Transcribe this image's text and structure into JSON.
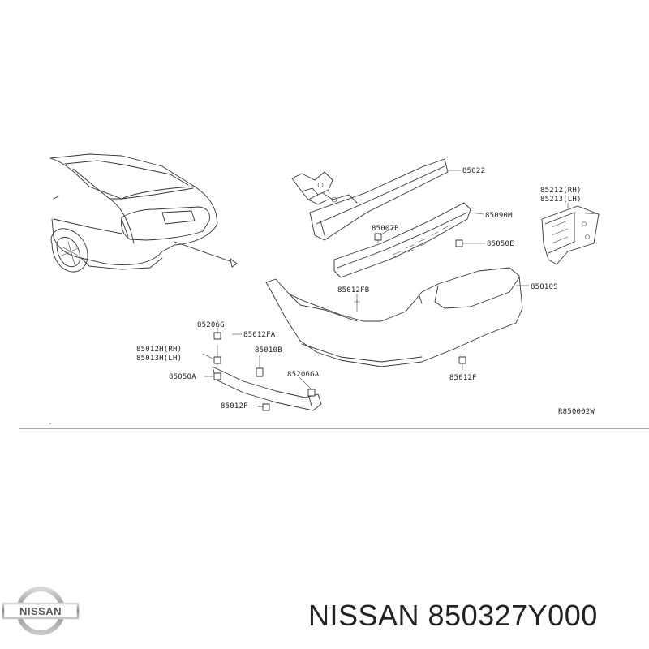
{
  "logo": {
    "text": "NISSAN",
    "color": "#8a8a8a"
  },
  "catalog_number": "NISSAN 850327Y000",
  "diagram": {
    "code": "R850002W",
    "labels": {
      "p85022": "85022",
      "p85212": "85212(RH)",
      "p85213": "85213(LH)",
      "p85090M": "85090M",
      "p85007B": "85007B",
      "p85050E": "85050E",
      "p85012FB": "85012FB",
      "p85010S": "85010S",
      "p85206G": "85206G",
      "p85012FA": "85012FA",
      "p85012H": "85012H(RH)",
      "p85013H": "85013H(LH)",
      "p85010B": "85010B",
      "p85050A": "85050A",
      "p85206GA": "85206GA",
      "p85012F_left": "85012F",
      "p85012F_right": "85012F"
    }
  }
}
